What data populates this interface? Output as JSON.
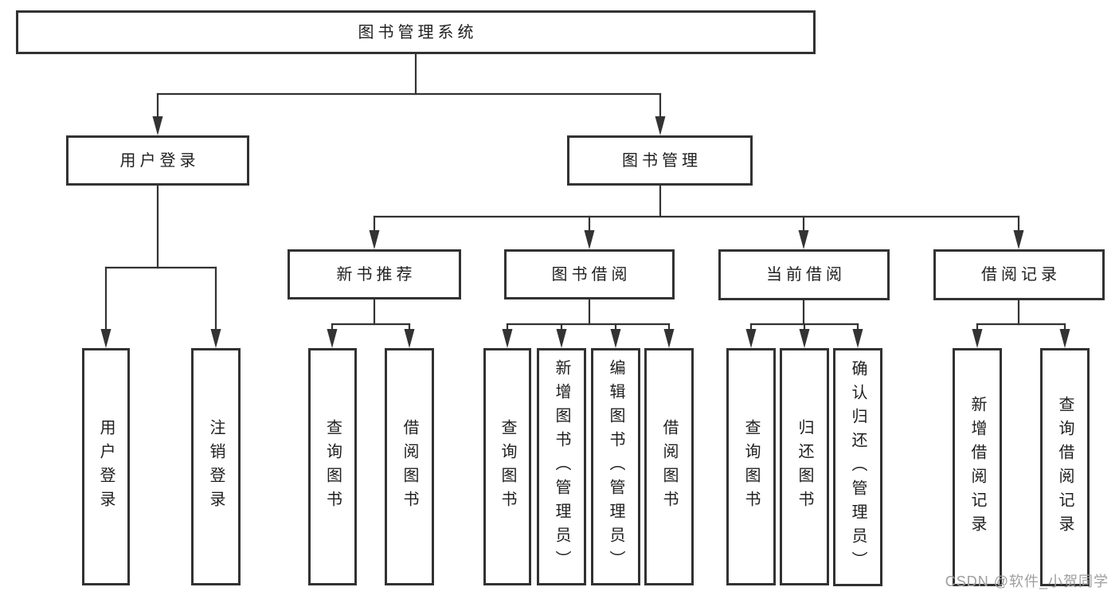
{
  "nodes": {
    "root": {
      "label": "图书管理系统"
    },
    "user_login": {
      "label": "用户登录"
    },
    "book_mgmt": {
      "label": "图书管理"
    },
    "new_book_rec": {
      "label": "新书推荐"
    },
    "book_borrow": {
      "label": "图书借阅"
    },
    "current_borrow": {
      "label": "当前借阅"
    },
    "borrow_records": {
      "label": "借阅记录"
    },
    "leaf_user_login": {
      "label": "用户登录"
    },
    "leaf_logout": {
      "label": "注销登录"
    },
    "leaf_query_book_1": {
      "label": "查询图书"
    },
    "leaf_borrow_book_1": {
      "label": "借阅图书"
    },
    "leaf_query_book_2": {
      "label": "查询图书"
    },
    "leaf_add_book": {
      "label": "新增图书（管理员）"
    },
    "leaf_edit_book": {
      "label": "编辑图书（管理员）"
    },
    "leaf_borrow_book_2": {
      "label": "借阅图书"
    },
    "leaf_query_book_3": {
      "label": "查询图书"
    },
    "leaf_return_book": {
      "label": "归还图书"
    },
    "leaf_confirm_return": {
      "label": "确认归还（管理员）"
    },
    "leaf_add_record": {
      "label": "新增借阅记录"
    },
    "leaf_query_record": {
      "label": "查询借阅记录"
    }
  },
  "watermark": {
    "text": "CSDN @软件_小贺同学"
  },
  "colors": {
    "line": "#333333",
    "border": "#323232",
    "text": "#1f1f1f",
    "watermark": "#9e9e9e",
    "background": "#ffffff"
  }
}
